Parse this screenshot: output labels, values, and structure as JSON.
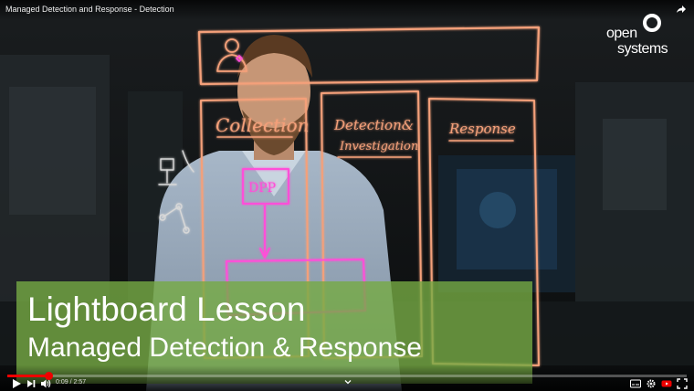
{
  "video": {
    "title": "Managed Detection and Response - Detection",
    "progress_fraction": 0.06,
    "current_time": "0:09",
    "time_separator": "/",
    "duration": "2:57"
  },
  "logo": {
    "word_open": "open",
    "word_systems": "systems"
  },
  "lightboard": {
    "col_collection": "Collection",
    "col_detection_line1": "Detection&",
    "col_detection_line2": "Investigation",
    "col_response": "Response",
    "box_label": "DPP"
  },
  "banner": {
    "line1": "Lightboard Lesson",
    "line2": "Managed Detection & Response"
  },
  "colors": {
    "banner_green": "#76aa44",
    "progress_red": "#ee0000",
    "glow_orange": "#f4a07a",
    "glow_magenta": "#ff4fd8"
  },
  "icons": {
    "share": "share-icon",
    "play": "play-icon",
    "next": "next-icon",
    "volume": "volume-icon",
    "subtitles": "subtitles-icon",
    "settings": "settings-icon",
    "youtube": "youtube-icon",
    "fullscreen": "fullscreen-icon"
  }
}
